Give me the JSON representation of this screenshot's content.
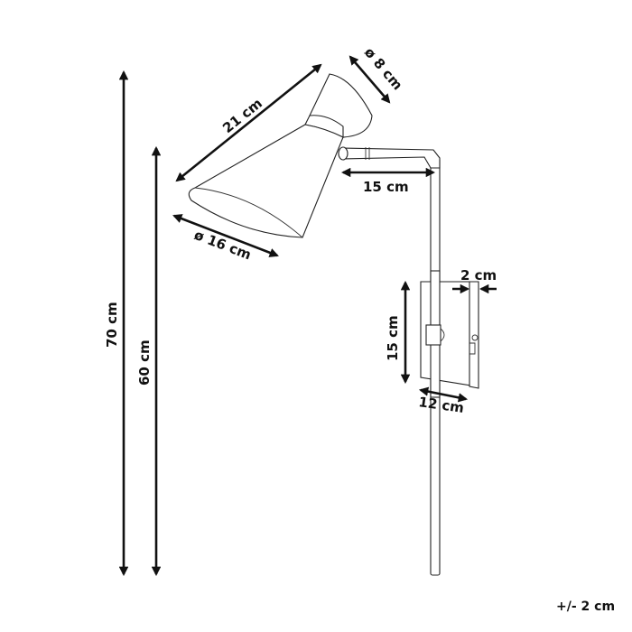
{
  "diagram": {
    "subject": "wall lamp dimension drawing",
    "dimensions": {
      "total_height": "70 cm",
      "mount_height": "60 cm",
      "shade_length": "21 cm",
      "shade_top_diameter": "ø 8 cm",
      "shade_bottom_diameter": "ø 16 cm",
      "arm_length": "15 cm",
      "plate_height": "15 cm",
      "plate_width": "12 cm",
      "plate_depth": "2 cm"
    },
    "tolerance": "+/- 2 cm",
    "colors": {
      "line": "#111111",
      "background": "#ffffff"
    }
  }
}
